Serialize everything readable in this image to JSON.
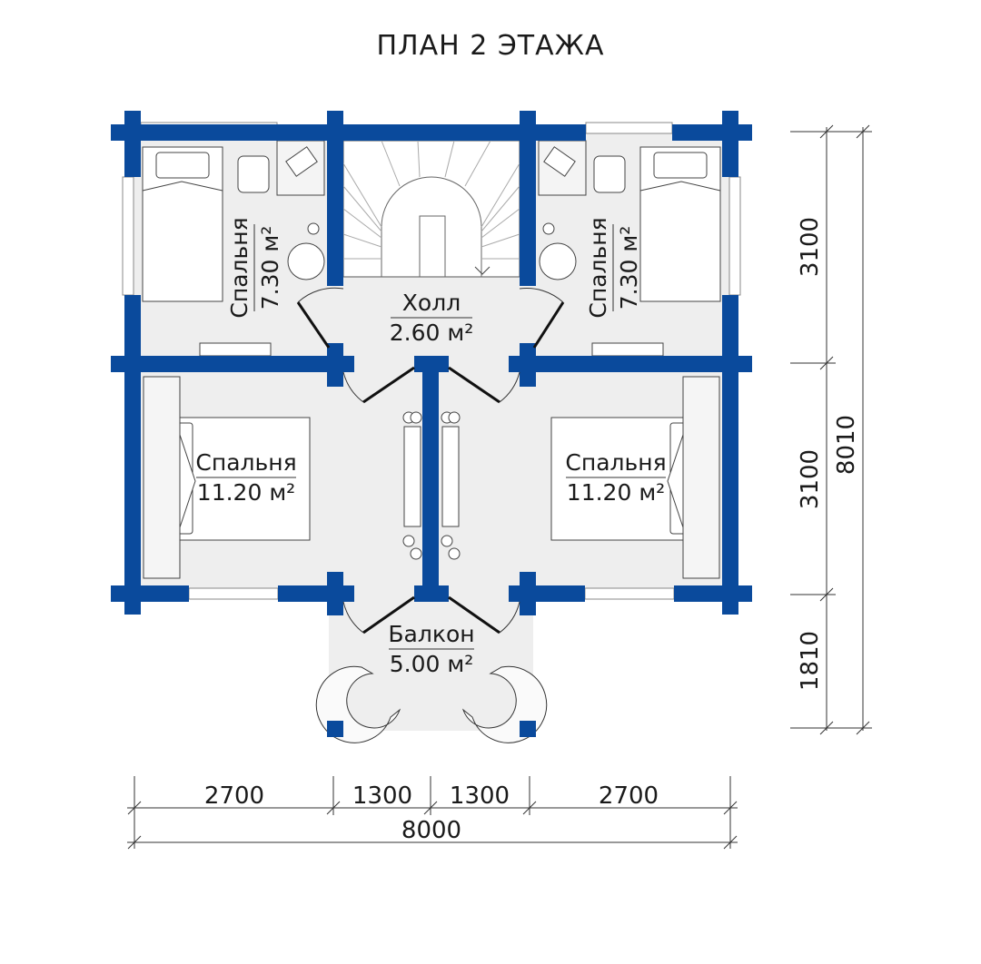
{
  "title": "ПЛАН 2 ЭТАЖА",
  "rooms": {
    "bedroom_tl": {
      "name": "Спальня",
      "area": "7.30 м²"
    },
    "bedroom_tr": {
      "name": "Спальня",
      "area": "7.30 м²"
    },
    "hall": {
      "name": "Холл",
      "area": "2.60 м²"
    },
    "bedroom_bl": {
      "name": "Спальня",
      "area": "11.20 м²"
    },
    "bedroom_br": {
      "name": "Спальня",
      "area": "11.20 м²"
    },
    "balcony": {
      "name": "Балкон",
      "area": "5.00 м²"
    }
  },
  "dimensions": {
    "right": {
      "top": "3100",
      "middle": "3100",
      "bottom": "1810",
      "total": "8010"
    },
    "bottom": {
      "seg1": "2700",
      "seg2": "1300",
      "seg3": "1300",
      "seg4": "2700",
      "total": "8000"
    }
  },
  "colors": {
    "wall": "#0a4a9c",
    "floor": "#eeeeee"
  }
}
